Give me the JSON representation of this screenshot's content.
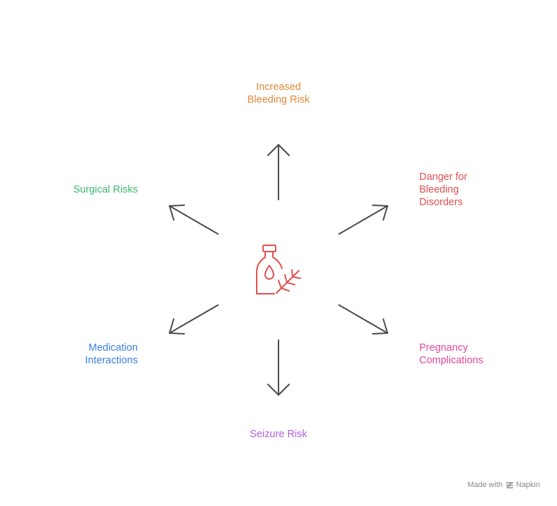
{
  "colors": {
    "arrow": "#4a4a4a",
    "icon": "#e0514f",
    "bleeding": "#e08a3a",
    "disorders": "#e0514f",
    "pregnancy": "#e0479d",
    "seizure": "#b05fd9",
    "medication": "#3d7fe0",
    "surgical": "#3cb86c"
  },
  "center_icon": "medicine-bottle-with-herb-icon",
  "labels": {
    "top": "Increased\nBleeding Risk",
    "upper_right": "Danger for\nBleeding\nDisorders",
    "lower_right": "Pregnancy\nComplications",
    "bottom": "Seizure Risk",
    "lower_left": "Medication\nInteractions",
    "upper_left": "Surgical Risks"
  },
  "footer": {
    "made_with": "Made with",
    "brand": "Napkin",
    "logo_icon": "napkin-logo-icon"
  }
}
